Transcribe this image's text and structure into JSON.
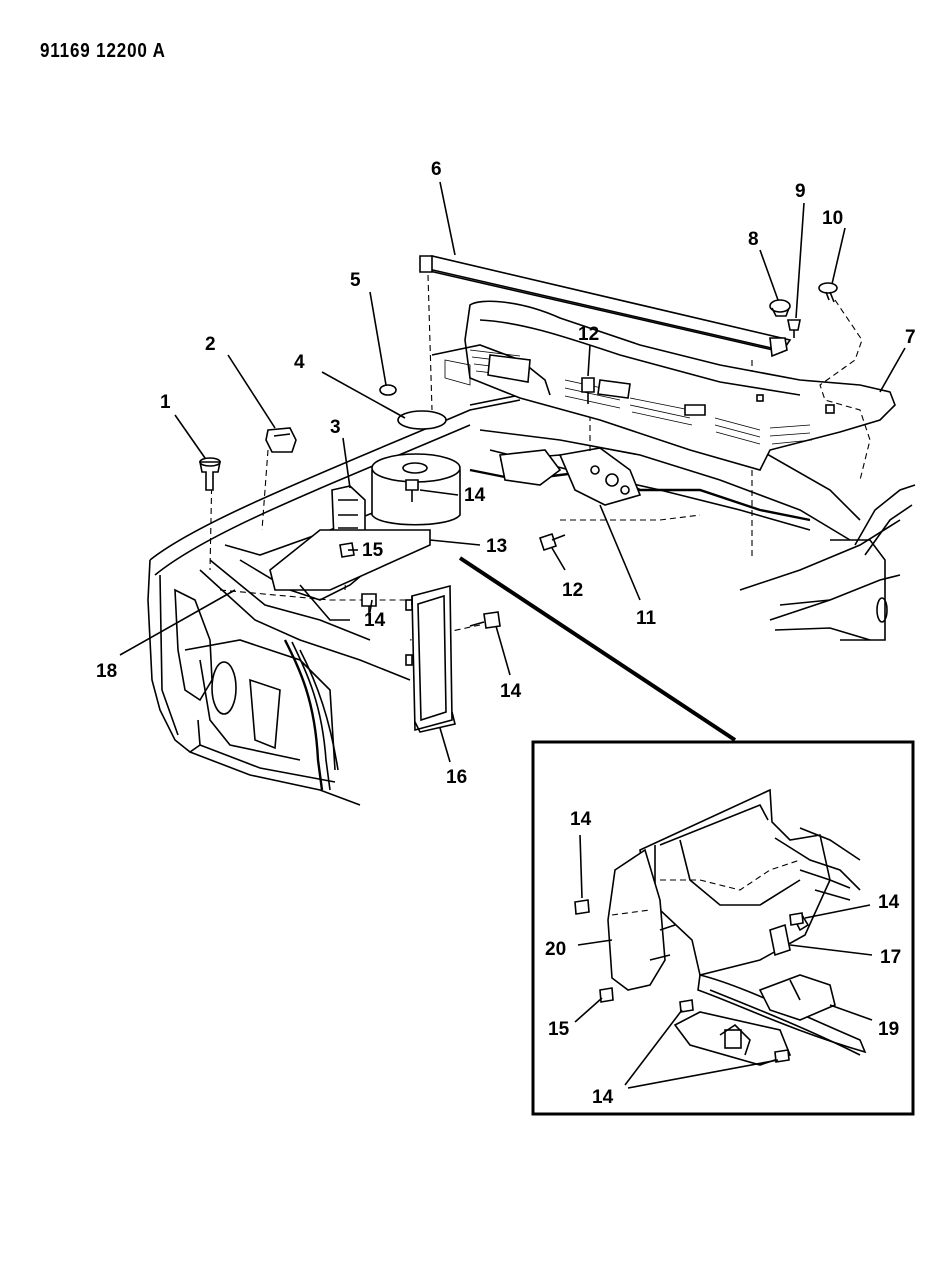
{
  "figure_ref": "91169 12200 A",
  "callouts": {
    "c1": "1",
    "c2": "2",
    "c3": "3",
    "c4": "4",
    "c5": "5",
    "c6": "6",
    "c7": "7",
    "c8": "8",
    "c9": "9",
    "c10": "10",
    "c11": "11",
    "c12a": "12",
    "c12b": "12",
    "c13": "13",
    "c14a": "14",
    "c14b": "14",
    "c14c": "14",
    "c15": "15",
    "c16": "16",
    "c18": "18",
    "inset_c14a": "14",
    "inset_c14b": "14",
    "inset_c14c": "14",
    "inset_c15": "15",
    "inset_c17": "17",
    "inset_c19": "19",
    "inset_c20": "20"
  }
}
